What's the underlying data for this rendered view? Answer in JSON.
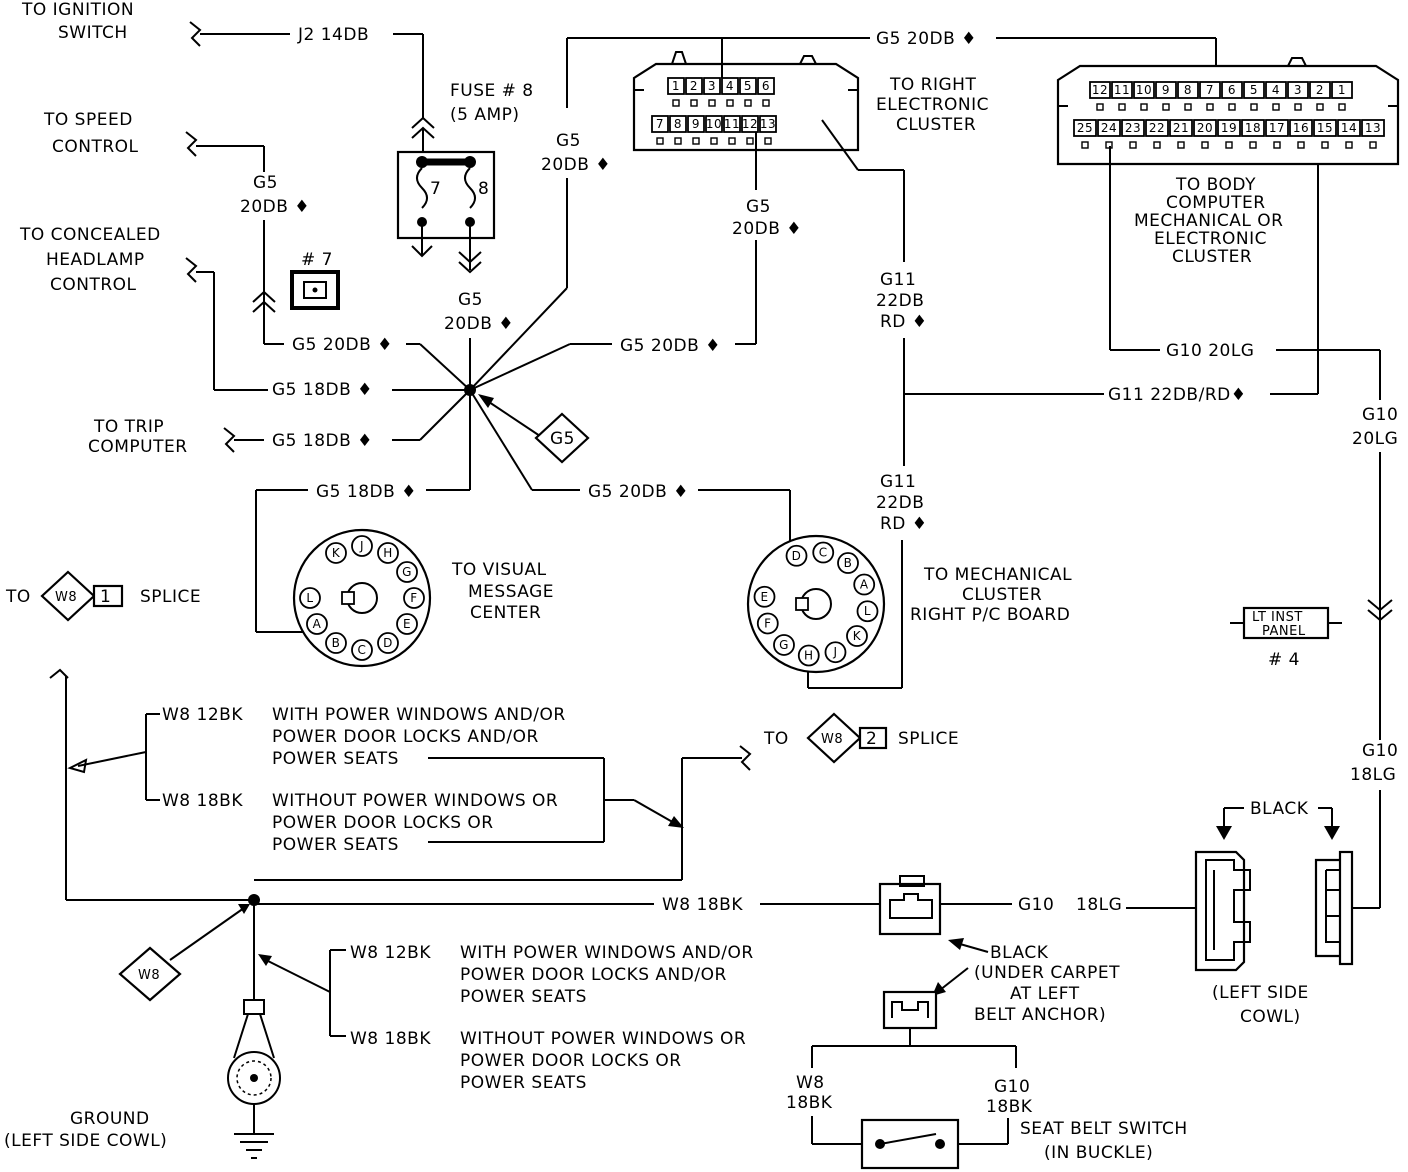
{
  "labels": {
    "ignition": [
      "TO IGNITION",
      "SWITCH"
    ],
    "j2": "J2  14DB",
    "fuse": [
      "FUSE # 8",
      "(5  AMP)"
    ],
    "fuse_left_num": "7",
    "fuse_right_num": "8",
    "fuse7": "# 7",
    "g5_top": "G5  20DB ♦",
    "speed": [
      "TO  SPEED",
      "CONTROL"
    ],
    "g5_speed": [
      "G5",
      "20DB ♦"
    ],
    "g5_vert": [
      "G5",
      "20DB ♦"
    ],
    "g5_mid": [
      "G5",
      "20DB ♦"
    ],
    "g5_cluster": [
      "G5",
      "20DB ♦"
    ],
    "right_cluster": [
      "TO  RIGHT",
      "ELECTRONIC",
      "CLUSTER"
    ],
    "body_computer": [
      "TO BODY",
      "COMPUTER",
      "MECHANICAL  OR",
      "ELECTRONIC",
      "CLUSTER"
    ],
    "headlamp": [
      "TO  CONCEALED",
      "HEADLAMP",
      "CONTROL"
    ],
    "g5_left1": "G5   20DB ♦",
    "g5_right1": "G5   20DB ♦",
    "g5_left2": "G5    18DB ♦",
    "trip": [
      "TO  TRIP",
      "COMPUTER"
    ],
    "g5_left3": "G5    18DB ♦",
    "g5_vmc": "G5    18DB ♦",
    "g5_mech": "G5   20DB ♦",
    "g5_diamond": "G5",
    "g11_upper": [
      "G11",
      "22DB",
      "RD ♦"
    ],
    "g11_lower": [
      "G11",
      "22DB",
      "RD ♦"
    ],
    "g10_top": "G10   20LG",
    "g11_horiz": "G11  22DB/RD♦",
    "g10_right_upper": [
      "G10",
      "20LG"
    ],
    "g10_right_lower": [
      "G10",
      "18LG"
    ],
    "visual": [
      "TO  VISUAL",
      "MESSAGE",
      "CENTER"
    ],
    "mechanical": [
      "TO  MECHANICAL",
      "CLUSTER",
      "RIGHT  P/C  BOARD"
    ],
    "to_left": "TO",
    "splice_left_diamond": "W8",
    "splice_left_num": "1",
    "splice_word_left": "SPLICE",
    "lt_inst": [
      "LT  INST",
      "PANEL"
    ],
    "num4": "# 4",
    "w8_12bk_upper": "W8    12BK",
    "upper_with": [
      "WITH POWER WINDOWS AND/OR",
      "POWER DOOR LOCKS AND/OR",
      "POWER  SEATS"
    ],
    "w8_18bk_upper": "W8    18BK",
    "upper_without": [
      "WITHOUT  POWER  WINDOWS  OR",
      "POWER DOOR LOCKS OR",
      "POWER  SEATS"
    ],
    "to_right": "TO",
    "splice_right_diamond": "W8",
    "splice_right_num": "2",
    "splice_word_right": "SPLICE",
    "w8_main": "W8   18BK",
    "g10_main": "G10",
    "g10_18lg": "18LG",
    "black_top": "BLACK",
    "black_under": [
      "BLACK",
      "(UNDER CARPET",
      "AT  LEFT",
      "BELT  ANCHOR)"
    ],
    "left_cowl": [
      "(LEFT  SIDE",
      "COWL)"
    ],
    "w8_diamond": "W8",
    "w8_12bk_lower": "W8    12BK",
    "lower_with": [
      "WITH  POWER  WINDOWS  AND/OR",
      "POWER  DOOR  LOCKS  AND/OR",
      "POWER  SEATS"
    ],
    "w8_18bk_lower": "W8    18BK",
    "lower_without": [
      "WITHOUT  POWER  WINDOWS  OR",
      "POWER  DOOR  LOCKS  OR",
      "POWER  SEATS"
    ],
    "w8_sb": [
      "W8",
      "18BK"
    ],
    "g10_sb": [
      "G10",
      "18BK"
    ],
    "seatbelt": [
      "SEAT  BELT  SWITCH",
      "(IN  BUCKLE)"
    ],
    "ground": [
      "GROUND",
      "(LEFT  SIDE  COWL)"
    ]
  },
  "connectors": {
    "right_top": [
      "1",
      "2",
      "3",
      "4",
      "5",
      "6"
    ],
    "right_bottom": [
      "7",
      "8",
      "9",
      "10",
      "11",
      "12",
      "13"
    ],
    "body_top": [
      "12",
      "11",
      "10",
      "9",
      "8",
      "7",
      "6",
      "5",
      "4",
      "3",
      "2",
      "1"
    ],
    "body_bottom": [
      "25",
      "24",
      "23",
      "22",
      "21",
      "20",
      "19",
      "18",
      "17",
      "16",
      "15",
      "14",
      "13"
    ],
    "vmc_pins": [
      "K",
      "J",
      "H",
      "G",
      "F",
      "E",
      "D",
      "C",
      "B",
      "A",
      "L"
    ],
    "mech_pins": [
      "D",
      "C",
      "B",
      "A",
      "L",
      "K",
      "J",
      "H",
      "G",
      "F",
      "E"
    ]
  }
}
